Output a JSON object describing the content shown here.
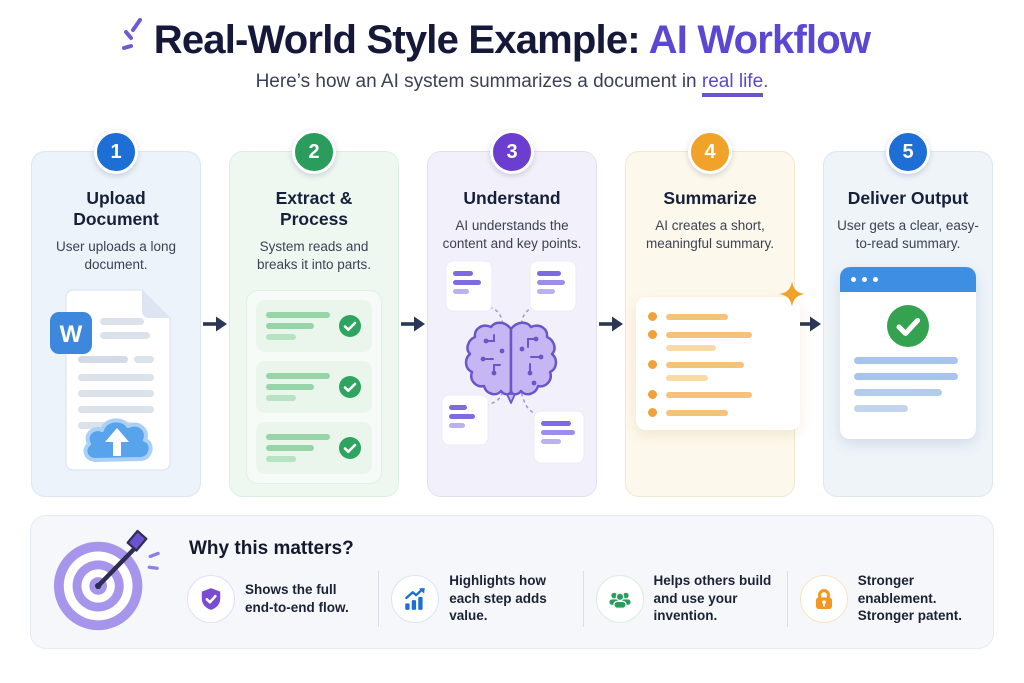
{
  "header": {
    "title": "Real-World Style Example:",
    "title_accent": " AI Workflow",
    "subtitle": "Here’s how an AI system summarizes a document in ",
    "subtitle_accent": "real life",
    "subtitle_end": "."
  },
  "steps": [
    {
      "number": "1",
      "title": "Upload Document",
      "description": "User uploads a long document.",
      "badge_color": "#1D6FD6",
      "card_bg": "#EDF3FA",
      "icon": "word-document-cloud-upload",
      "badge_letter": "W"
    },
    {
      "number": "2",
      "title": "Extract & Process",
      "description": "System reads and breaks it into parts.",
      "badge_color": "#2A9D5C",
      "card_bg": "#EEF8F1",
      "icon": "chunked-list-with-checks"
    },
    {
      "number": "3",
      "title": "Understand",
      "description": "AI understands the content and key points.",
      "badge_color": "#6B3ECF",
      "card_bg": "#F2F0FA",
      "icon": "brain-mindmap"
    },
    {
      "number": "4",
      "title": "Summarize",
      "description": "AI creates a short, meaningful summary.",
      "badge_color": "#F0A229",
      "card_bg": "#FDF8EC",
      "icon": "bullet-summary-card"
    },
    {
      "number": "5",
      "title": "Deliver Output",
      "description": "User gets a clear, easy-to-read summary.",
      "badge_color": "#1D6FD6",
      "card_bg": "#EFF4F9",
      "icon": "browser-window-check"
    }
  ],
  "flow": {
    "arrow_icon": "right-arrow",
    "arrow_color": "#2A3655"
  },
  "footer": {
    "heading": "Why this matters?",
    "target_icon": "dart-target",
    "items": [
      {
        "icon": "shield-check-icon",
        "color": "#7B4BD3",
        "text": "Shows the full end-to-end flow."
      },
      {
        "icon": "bar-chart-icon",
        "color": "#1D6FD6",
        "text": "Highlights how each step adds value."
      },
      {
        "icon": "people-icon",
        "color": "#2A9D5C",
        "text": "Helps others build and use your invention."
      },
      {
        "icon": "lock-icon",
        "color": "#F2971F",
        "text": "Stronger enablement. Stronger patent."
      }
    ]
  },
  "colors": {
    "accent_purple": "#5A48D2",
    "title_navy": "#16183A",
    "body_text": "#3B4252",
    "arrow_navy": "#2A3655"
  }
}
